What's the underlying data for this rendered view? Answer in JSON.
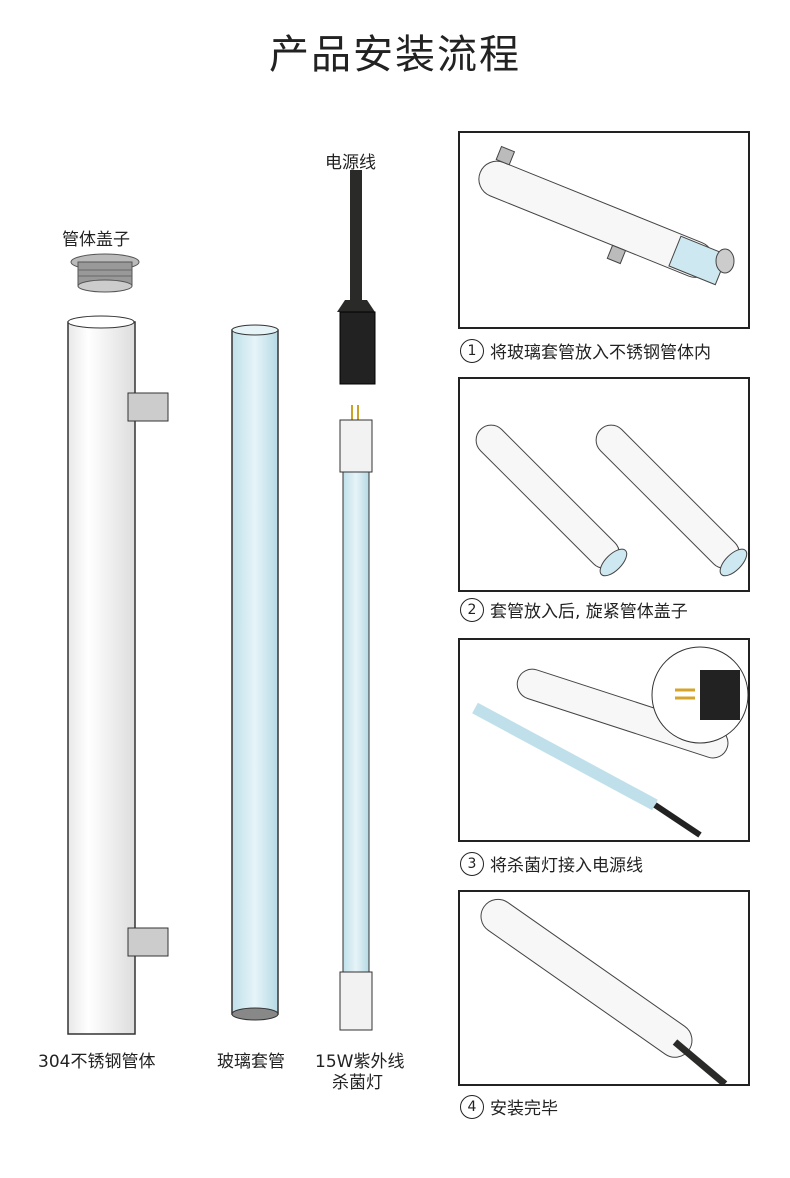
{
  "title": "产品安装流程",
  "parts": {
    "cap_label": "管体盖子",
    "power_cord_label": "电源线",
    "pipe_label": "304不锈钢管体",
    "sleeve_label": "玻璃套管",
    "lamp_label_line1": "15W紫外线",
    "lamp_label_line2": "杀菌灯"
  },
  "steps": [
    {
      "num": "1",
      "text": "将玻璃套管放入不锈钢管体内"
    },
    {
      "num": "2",
      "text": "套管放入后, 旋紧管体盖子"
    },
    {
      "num": "3",
      "text": "将杀菌灯接入电源线"
    },
    {
      "num": "4",
      "text": "安装完毕"
    }
  ]
}
